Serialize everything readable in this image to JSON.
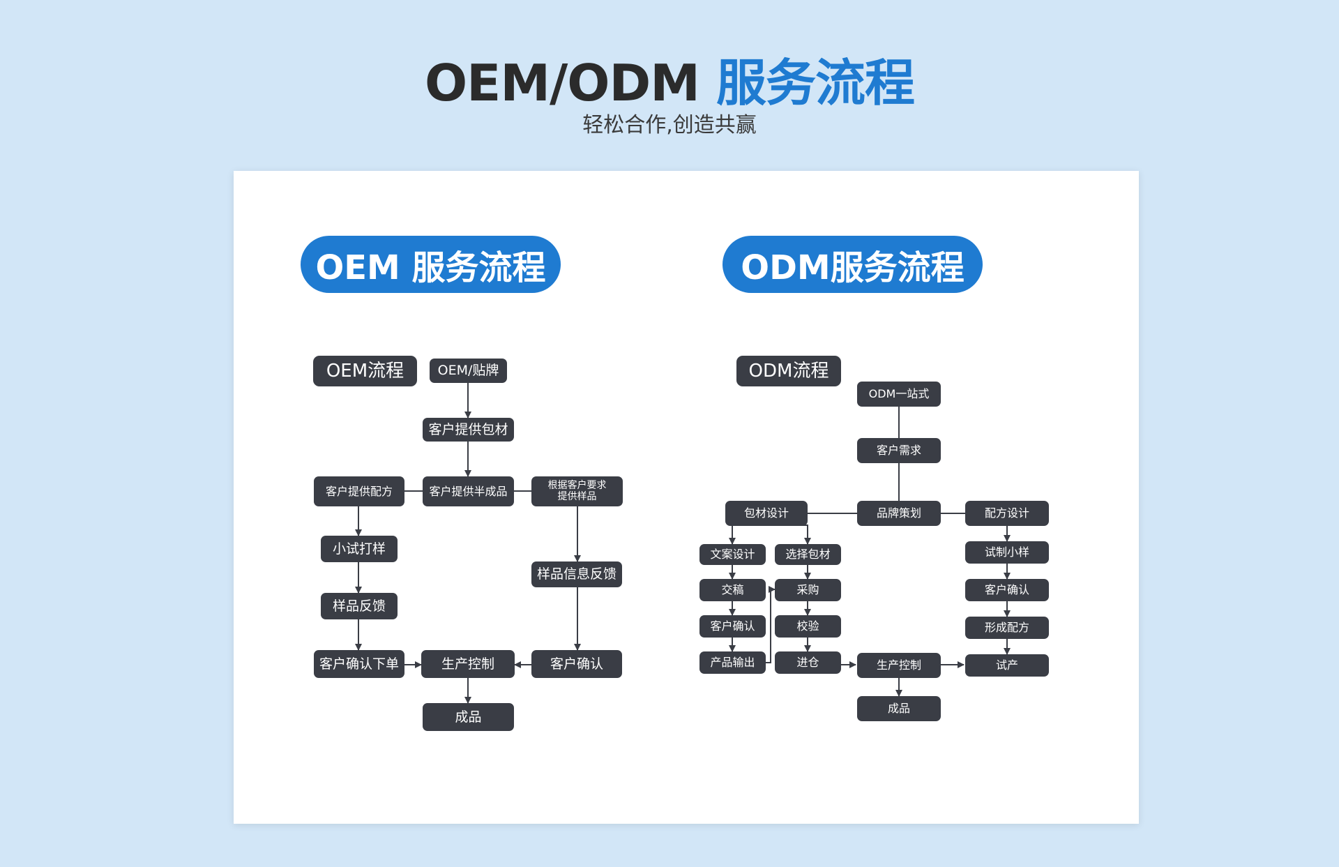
{
  "header": {
    "title_prefix": "OEM/ODM",
    "title_highlight": "服务流程",
    "subtitle": "轻松合作,创造共赢"
  },
  "colors": {
    "background": "#d2e6f7",
    "accent": "#1f7bd1",
    "node": "#3a3d45",
    "line": "#3a3d45"
  },
  "oem": {
    "pill": "OEM 服务流程",
    "label": "OEM流程",
    "nodes": {
      "start": "OEM/贴牌",
      "provide_packaging": "客户提供包材",
      "provide_formula": "客户提供配方",
      "provide_semi": "客户提供半成品",
      "sample_req": "根据客户要求 提供样品",
      "small_trial": "小试打样",
      "sample_feedback": "样品反馈",
      "sample_info_feedback": "样品信息反馈",
      "confirm_order": "客户确认下单",
      "production": "生产控制",
      "customer_confirm": "客户确认",
      "finished": "成品"
    }
  },
  "odm": {
    "pill": "ODM服务流程",
    "label": "ODM流程",
    "nodes": {
      "start": "ODM一站式",
      "demand": "客户需求",
      "brand": "品牌策划",
      "packaging_design": "包材设计",
      "formula_design": "配方设计",
      "copy_design": "文案设计",
      "choose_packaging": "选择包材",
      "trial_sample": "试制小样",
      "submit": "交稿",
      "purchase": "采购",
      "confirm_right": "客户确认",
      "confirm_left": "客户确认",
      "verify": "校验",
      "form_formula": "形成配方",
      "output": "产品输出",
      "warehouse": "进仓",
      "production": "生产控制",
      "trial_production": "试产",
      "finished": "成品"
    }
  }
}
